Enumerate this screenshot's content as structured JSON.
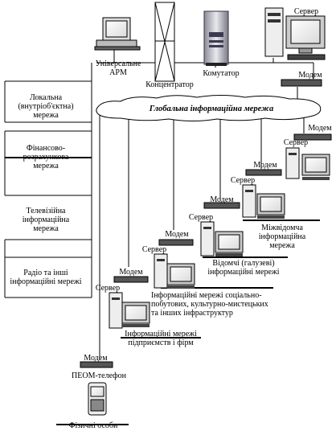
{
  "labels": {
    "universal_arm_1": "Універсальне",
    "universal_arm_2": "АРМ",
    "hub": "Концентратор",
    "switch": "Комутатор",
    "server_top": "Сервер",
    "modem_top": "Модем",
    "global_net": "Глобальна інформаційна мережа",
    "server": "Сервер",
    "modem": "Модем",
    "interagency_1": "Міжвідомча",
    "interagency_2": "інформаційна",
    "interagency_3": "мережа",
    "departmental_1": "Відомчі (галузеві)",
    "departmental_2": "інформаційні мережі",
    "social_1": "Інформаційні мережі соціально-",
    "social_2": "побутових, культурно-мистецьких",
    "social_3": "та інших  інфраструктур",
    "enterprise_1": "Інформаційні мережі",
    "enterprise_2": "підприємств і фірм",
    "pc_phone": "ПЕОМ-телефон",
    "individuals": "Фізичні особи",
    "local_1": "Локальна",
    "local_2": "(внутріоб'єктна)",
    "local_3": "мережа",
    "finance_1": "Фінансово-",
    "finance_2": "розрахункова",
    "finance_3": "мережа",
    "tv_1": "Телевізійна",
    "tv_2": "інформаційна",
    "tv_3": "мережа",
    "radio_1": "Радіо та інші",
    "radio_2": "інформаційні мережі"
  }
}
